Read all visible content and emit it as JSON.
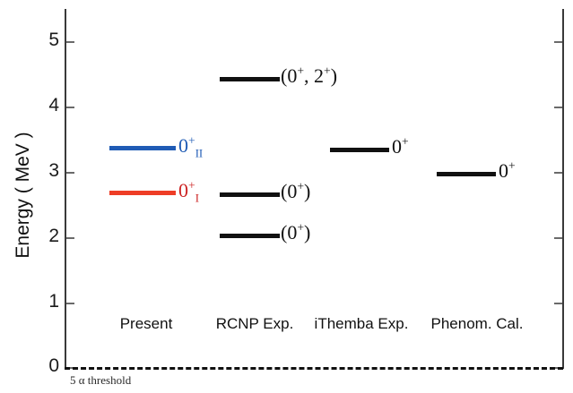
{
  "chart_data": {
    "type": "table",
    "title": "",
    "xlabel": "",
    "ylabel": "Energy ( MeV )",
    "ylim": [
      0,
      5.5
    ],
    "yticks": [
      0,
      1,
      2,
      3,
      4,
      5
    ],
    "grid": false,
    "legend": "none",
    "threshold": {
      "label": "5 α  threshold",
      "value": 0,
      "style": "dashed"
    },
    "categories": [
      "Present",
      "RCNP Exp.",
      "iThemba Exp.",
      "Phenom. Cal."
    ],
    "series": [
      {
        "name": "Present",
        "levels": [
          {
            "energy": 3.38,
            "label": "0",
            "superscript": "+",
            "subscript": "II",
            "color": "#1f5bb5"
          },
          {
            "energy": 2.69,
            "label": "0",
            "superscript": "+",
            "subscript": "I",
            "color": "#ee3d26"
          }
        ]
      },
      {
        "name": "RCNP Exp.",
        "levels": [
          {
            "energy": 4.44,
            "label": "(0",
            "superscript": "+",
            "label2": ", 2",
            "superscript2": "+",
            "label3": ")",
            "color": "#111111"
          },
          {
            "energy": 2.66,
            "label": "(0",
            "superscript": "+",
            "label3": ")",
            "color": "#111111"
          },
          {
            "energy": 2.03,
            "label": "(0",
            "superscript": "+",
            "label3": ")",
            "color": "#111111"
          }
        ]
      },
      {
        "name": "iThemba Exp.",
        "levels": [
          {
            "energy": 3.35,
            "label": "0",
            "superscript": "+",
            "color": "#111111"
          }
        ]
      },
      {
        "name": "Phenom. Cal.",
        "levels": [
          {
            "energy": 2.98,
            "label": "0",
            "superscript": "+",
            "color": "#111111"
          }
        ]
      }
    ]
  },
  "axis": {
    "title": "Energy ( MeV )",
    "ticks": [
      "5",
      "4",
      "3",
      "2",
      "1",
      "0"
    ]
  },
  "threshold": {
    "text": "5 α  threshold"
  },
  "columns": {
    "c0": "Present",
    "c1": "RCNP Exp.",
    "c2": "iThemba Exp.",
    "c3": "Phenom. Cal."
  },
  "labels": {
    "present_blue": {
      "base": "0",
      "sup": "+",
      "sub": "II"
    },
    "present_red": {
      "base": "0",
      "sup": "+",
      "sub": "I"
    },
    "rcnp_top_a": {
      "base": "(0",
      "sup": "+"
    },
    "rcnp_top_b": {
      "base": ", 2",
      "sup": "+",
      "close": ")"
    },
    "rcnp_mid": {
      "base": "(0",
      "sup": "+",
      "close": ")"
    },
    "rcnp_low": {
      "base": "(0",
      "sup": "+",
      "close": ")"
    },
    "ithemba": {
      "base": "0",
      "sup": "+"
    },
    "phenom": {
      "base": "0",
      "sup": "+"
    }
  },
  "colors": {
    "blue": "#1f5bb5",
    "red": "#ee3d26",
    "red_text": "#cc2222",
    "black": "#111111",
    "axis": "#3a3a3a"
  }
}
